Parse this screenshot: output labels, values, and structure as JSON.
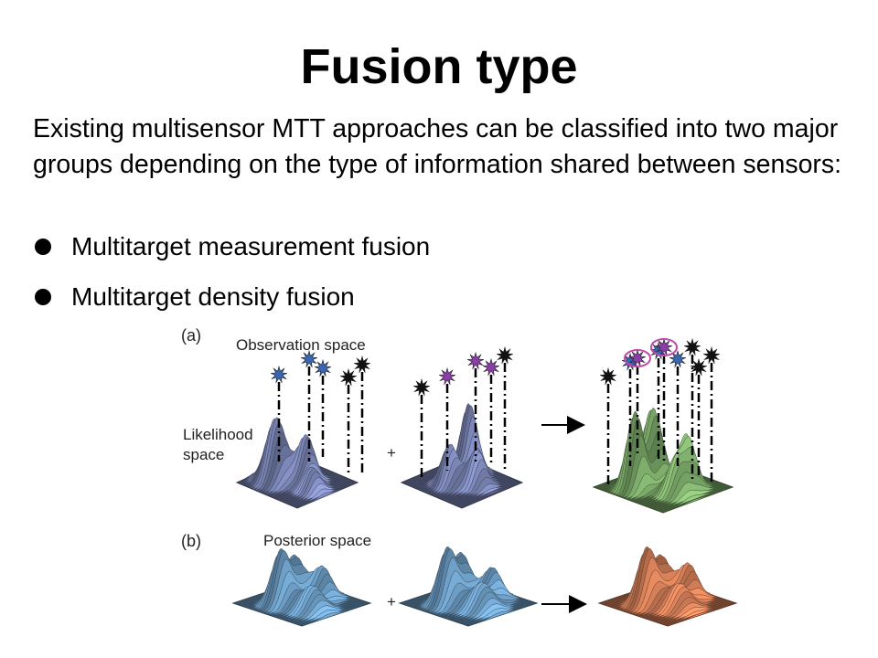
{
  "slide": {
    "title": "Fusion type",
    "intro": "Existing multisensor MTT approaches can be classified into two major groups depending on the type of information shared between sensors:",
    "bullets": [
      "Multitarget measurement fusion",
      "Multitarget density fusion"
    ]
  },
  "figure": {
    "panel_a_label": "(a)",
    "panel_b_label": "(b)",
    "observation_space_label": "Observation space",
    "likelihood_space_label_line1": "Likelihood",
    "likelihood_space_label_line2": "space",
    "posterior_space_label": "Posterior space",
    "plus_sign": "+",
    "colors": {
      "likelihood_surface": "#7d88b8",
      "fused_likelihood_surface": "#7fae6c",
      "posterior_surface": "#6fa0c8",
      "fused_posterior_surface": "#d9825a",
      "blue_marker": "#3a67b4",
      "purple_marker": "#8a3fa8",
      "red_marker": "#d2262a",
      "black_marker": "#111111"
    }
  }
}
